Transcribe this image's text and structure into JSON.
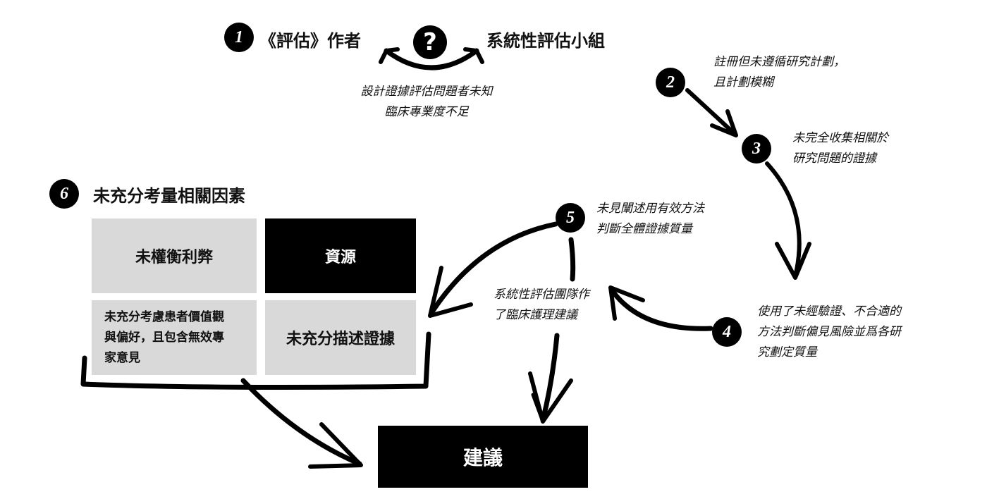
{
  "top": {
    "author": {
      "number": "1",
      "label": "《評估》作者"
    },
    "question_mark": "?",
    "team": {
      "label": "系統性評估小組"
    },
    "note_lines": [
      "設計證據評估問題者未知",
      "臨床專業度不足"
    ]
  },
  "steps": [
    {
      "number": "2",
      "lines": [
        "註冊但未遵循研究計劃，",
        "且計劃模糊"
      ]
    },
    {
      "number": "3",
      "lines": [
        "未完全收集相關於",
        "研究問題的證據"
      ]
    },
    {
      "number": "4",
      "lines": [
        "使用了未經驗證、不合適的",
        "方法判斷偏見風險並爲各研",
        "究劃定質量"
      ]
    },
    {
      "number": "5",
      "lines": [
        "未見闡述用有效方法",
        "判斷全體證據質量"
      ]
    }
  ],
  "factors": {
    "number": "6",
    "title": "未充分考量相關因素",
    "boxes": {
      "balance": "未權衡利弊",
      "resources": "資源",
      "values_lines": [
        "未充分考慮患者價值觀",
        "與偏好，且包含無效專",
        "家意見"
      ],
      "evidence": "未充分描述證據"
    }
  },
  "team_note_lines": [
    "系統性評估團隊作",
    "了臨床護理建議"
  ],
  "recommendation": "建議",
  "colors": {
    "ink": "#000000",
    "box_gray": "#d9d9d9",
    "background": "#ffffff"
  }
}
